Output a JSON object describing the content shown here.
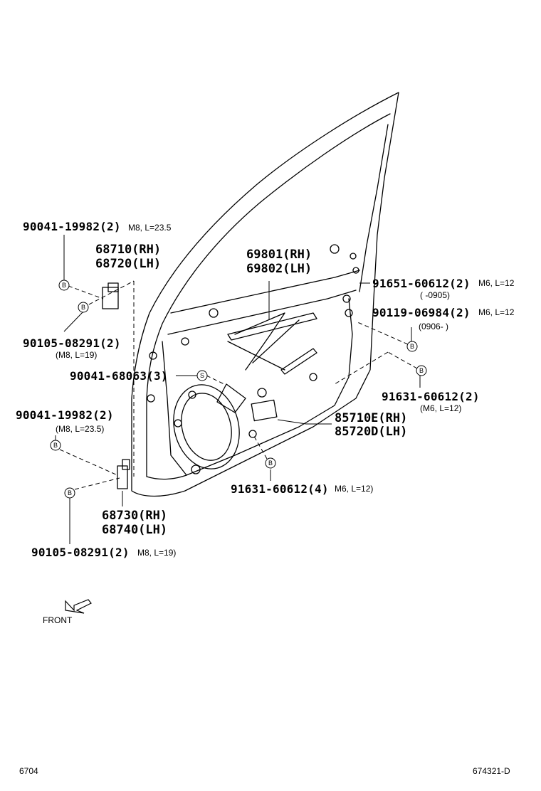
{
  "labels": {
    "l1": "90041-19982(2)",
    "l1s": "M8, L=23.5",
    "l2a": "68710(RH)",
    "l2b": "68720(LH)",
    "l3a": "69801(RH)",
    "l3b": "69802(LH)",
    "l4": "91651-60612(2)",
    "l4s": "M6, L=12",
    "l4r": "(      -0905)",
    "l5": "90119-06984(2)",
    "l5s": "M6, L=12",
    "l5r": "(0906-      )",
    "l6": "90105-08291(2)",
    "l6s": "(M8, L=19)",
    "l7": "90041-68063(3)",
    "l8": "91631-60612(2)",
    "l8s": "(M6, L=12)",
    "l9": "90041-19982(2)",
    "l9s": "(M8, L=23.5)",
    "l10a": "85710E(RH)",
    "l10b": "85720D(LH)",
    "l11": "91631-60612(4)",
    "l11s": "M6, L=12)",
    "l12a": "68730(RH)",
    "l12b": "68740(LH)",
    "l13": "90105-08291(2)",
    "l13s": "M8, L=19)",
    "front": "FRONT",
    "page": "6704",
    "code": "674321-D"
  },
  "markers": {
    "b": "B",
    "s": "S"
  }
}
